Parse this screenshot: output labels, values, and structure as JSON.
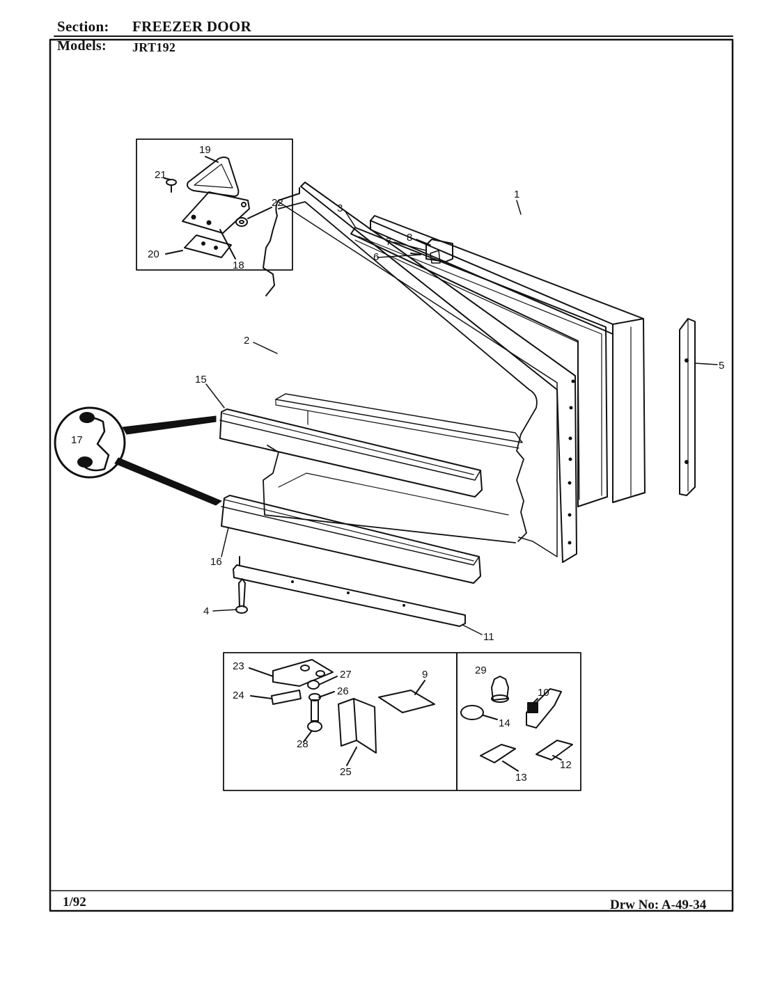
{
  "header": {
    "section_label": "Section:",
    "section_value": "FREEZER DOOR",
    "models_label": "Models:",
    "models_value": "JRT192"
  },
  "footer": {
    "date": "1/92",
    "drawing_number": "Drw No: A-49-34"
  },
  "callouts": [
    "1",
    "2",
    "3",
    "4",
    "5",
    "6",
    "7",
    "8",
    "9",
    "10",
    "11",
    "12",
    "13",
    "14",
    "15",
    "16",
    "17",
    "18",
    "19",
    "20",
    "21",
    "22",
    "23",
    "24",
    "25",
    "26",
    "27",
    "28",
    "29"
  ]
}
